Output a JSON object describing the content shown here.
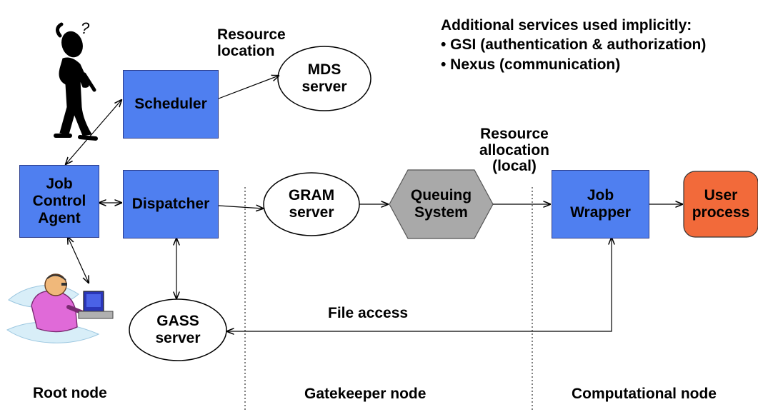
{
  "nodes": {
    "scheduler": "Scheduler",
    "job_control_agent": "Job\nControl\nAgent",
    "dispatcher": "Dispatcher",
    "mds_server": "MDS\nserver",
    "gram_server": "GRAM\nserver",
    "queuing_system": "Queuing\nSystem",
    "job_wrapper": "Job\nWrapper",
    "user_process": "User\nprocess",
    "gass_server": "GASS\nserver"
  },
  "edge_labels": {
    "resource_location": "Resource\nlocation",
    "resource_allocation": "Resource\nallocation\n(local)",
    "file_access": "File access"
  },
  "note": {
    "title": "Additional services used implicitly:",
    "items": [
      "• GSI (authentication & authorization)",
      "• Nexus (communication)"
    ]
  },
  "sections": {
    "root": "Root node",
    "gatekeeper": "Gatekeeper node",
    "computational": "Computational node"
  },
  "decorations": {
    "question_mark": "?"
  },
  "colors": {
    "box_blue": "#4f7ff0",
    "queuing_gray": "#a9a9a9",
    "user_process_orange": "#f26a3a"
  }
}
